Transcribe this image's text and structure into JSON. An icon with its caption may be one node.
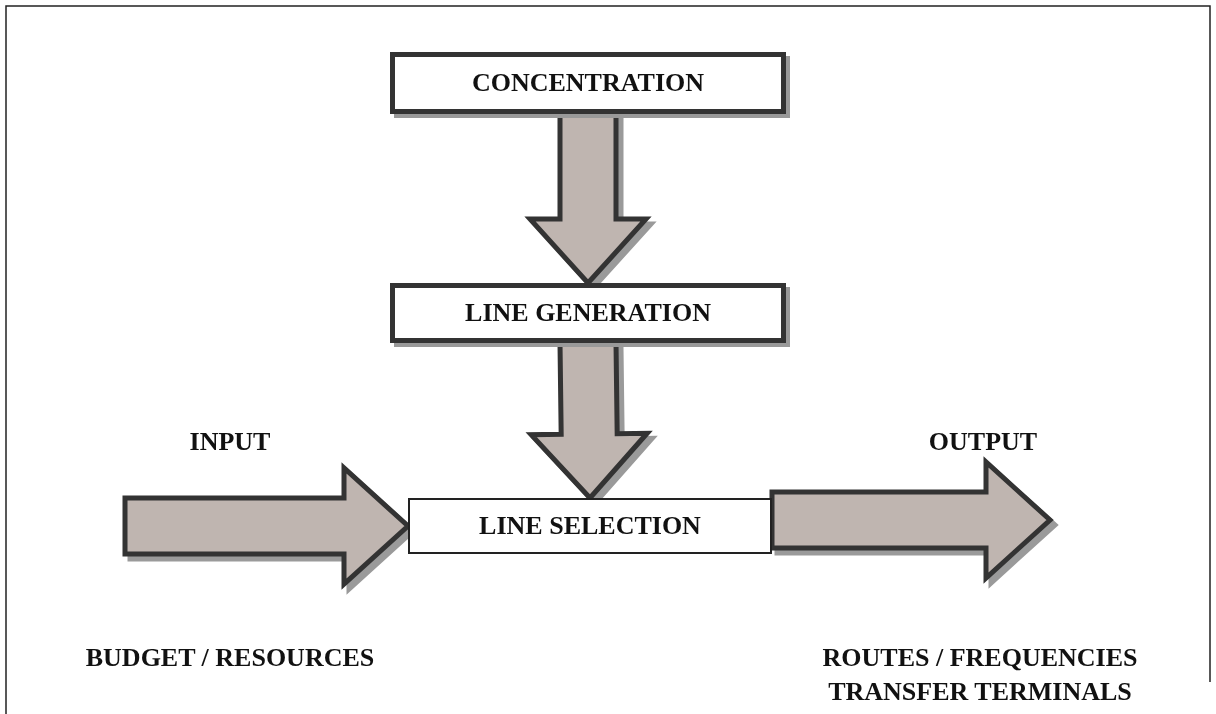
{
  "diagram": {
    "nodes": [
      {
        "text": [
          "CONCENTRATION"
        ]
      },
      {
        "text": [
          "LINE GENERATION"
        ]
      },
      {
        "text": [
          "LINE SELECTION"
        ]
      }
    ],
    "edges": [
      {
        "from": 0,
        "to": 1,
        "arrow": "to"
      },
      {
        "from": 1,
        "to": 2,
        "arrow": "to"
      },
      {
        "from": null,
        "to": 2,
        "arrow": "to"
      },
      {
        "from": 2,
        "to": null,
        "arrow": "to"
      }
    ],
    "labels": [
      "INPUT",
      "OUTPUT",
      "BUDGET / RESOURCES",
      "ROUTES / FREQUENCIES TRANSFER TERMINALS"
    ]
  }
}
